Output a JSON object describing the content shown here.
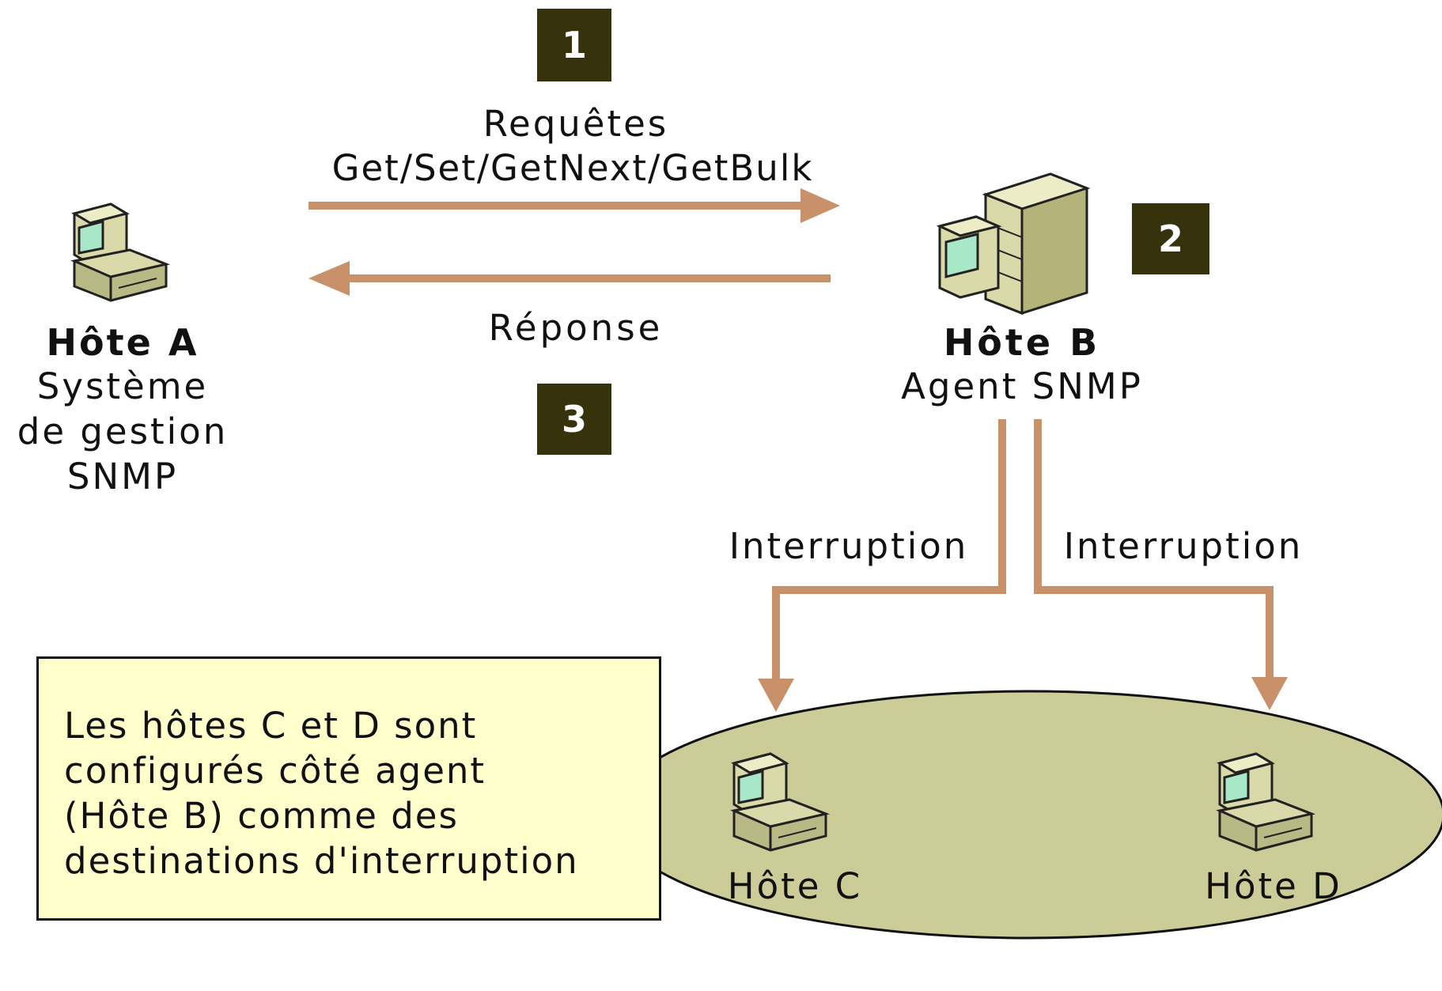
{
  "steps": {
    "one": "1",
    "two": "2",
    "three": "3"
  },
  "request": {
    "line1": "Requêtes",
    "line2": "Get/Set/GetNext/GetBulk"
  },
  "response": "Réponse",
  "host_a": {
    "name": "Hôte A",
    "line1": "Système",
    "line2": "de gestion",
    "line3": "SNMP"
  },
  "host_b": {
    "name": "Hôte B",
    "role": "Agent SNMP"
  },
  "trap_left": "Interruption",
  "trap_right": "Interruption",
  "host_c": "Hôte C",
  "host_d": "Hôte D",
  "note": {
    "line1": "Les hôtes C et D sont",
    "line2": "configurés côté agent",
    "line3": "(Hôte B) comme des",
    "line4": "destinations d'interruption"
  },
  "icons": [
    "computer-icon",
    "server-icon"
  ],
  "colors": {
    "arrow": "#c8916a",
    "step_box": "#36330c",
    "ellipse": "#cccc99",
    "note_bg": "#ffffcc",
    "machine": "#d9d9aa"
  }
}
